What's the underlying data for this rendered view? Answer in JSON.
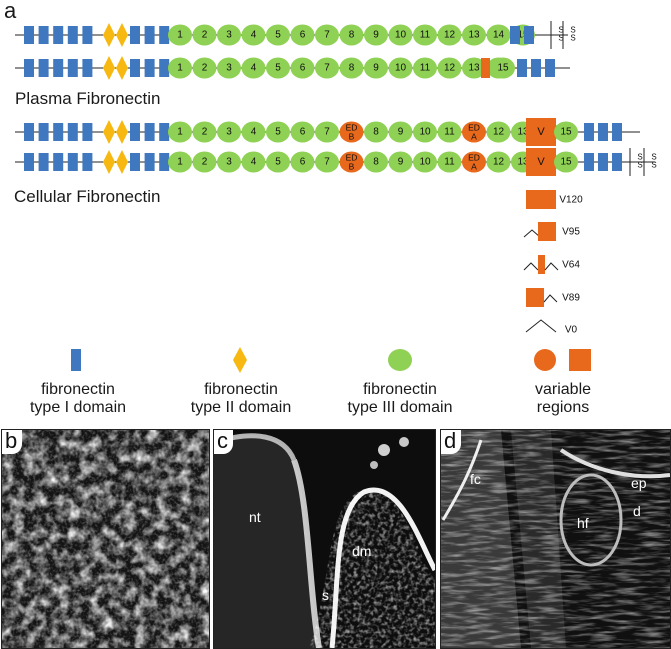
{
  "panel_a": {
    "label": "a",
    "plasma_label": "Plasma Fibronectin",
    "cellular_label": "Cellular Fibronectin",
    "type3_numbers": [
      "1",
      "2",
      "3",
      "4",
      "5",
      "6",
      "7",
      "8",
      "9",
      "10",
      "11",
      "12",
      "13",
      "14",
      "15"
    ],
    "edb_line1": "ED",
    "edb_line2": "B",
    "eda_line1": "ED",
    "eda_line2": "A",
    "v_label": "V",
    "disulfide": "S",
    "variants": [
      "V120",
      "V95",
      "V64",
      "V89",
      "V0"
    ]
  },
  "legend": {
    "type1_line1": "fibronectin",
    "type1_line2": "type I domain",
    "type2_line1": "fibronectin",
    "type2_line2": "type II domain",
    "type3_line1": "fibronectin",
    "type3_line2": "type III domain",
    "variable_line1": "variable",
    "variable_line2": "regions"
  },
  "panel_b": {
    "label": "b"
  },
  "panel_c": {
    "label": "c",
    "nt": "nt",
    "dm": "dm",
    "s": "s"
  },
  "panel_d": {
    "label": "d",
    "fc": "fc",
    "hf": "hf",
    "ep": "ep",
    "d": "d"
  },
  "colors": {
    "type1": "#3f78be",
    "type2": "#f6b811",
    "type3": "#8fd154",
    "variable": "#e8681c"
  }
}
